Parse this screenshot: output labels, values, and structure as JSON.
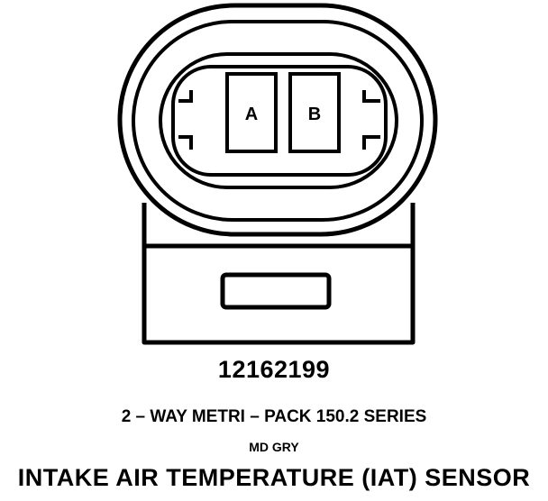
{
  "connector": {
    "pins": [
      {
        "label": "A"
      },
      {
        "label": "B"
      }
    ]
  },
  "captions": {
    "part_number": "12162199",
    "series": "2 – WAY METRI – PACK 150.2 SERIES",
    "color": "MD GRY",
    "sensor_name": "INTAKE AIR TEMPERATURE (IAT) SENSOR"
  },
  "colors": {
    "ink": "#000000",
    "paper": "#ffffff"
  }
}
